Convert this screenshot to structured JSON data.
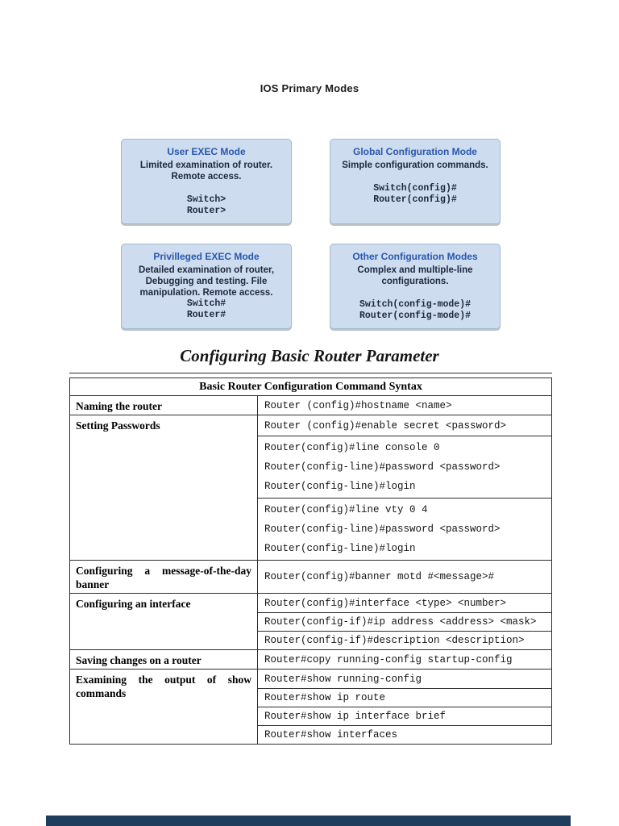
{
  "page": {
    "title": "IOS Primary Modes",
    "section_heading": "Configuring Basic Router Parameter"
  },
  "colors": {
    "box_fill": "#cddcee",
    "box_border": "#a3b8cf",
    "box_title_blue": "#2a57ae",
    "footer_bar": "#1f3d5c"
  },
  "mode_boxes": [
    {
      "title": "User EXEC Mode",
      "description": "Limited examination of router.\nRemote access.",
      "commands": [
        "Switch>",
        "Router>"
      ]
    },
    {
      "title": "Global Configuration Mode",
      "description": "Simple configuration commands.",
      "commands": [
        "Switch(config)#",
        "Router(config)#"
      ]
    },
    {
      "title": "Privilleged EXEC Mode",
      "description": "Detailed examination of router,\nDebugging and testing. File\nmanipulation. Remote access.",
      "commands": [
        "Switch#",
        "Router#"
      ]
    },
    {
      "title": "Other Configuration Modes",
      "description": "Complex and multiple-line\nconfigurations.",
      "commands": [
        "Switch(config-mode)#",
        "Router(config-mode)#"
      ]
    }
  ],
  "table": {
    "title": "Basic Router Configuration Command Syntax",
    "naming": {
      "label": "Naming the router",
      "cmd": "Router (config)#hostname <name>"
    },
    "passwords": {
      "label": "Setting Passwords",
      "enable_cmd": "Router (config)#enable secret <password>",
      "console_cmds": [
        "Router(config)#line console 0",
        "Router(config-line)#password <password>",
        "Router(config-line)#login"
      ],
      "vty_cmds": [
        "Router(config)#line vty 0 4",
        "Router(config-line)#password <password>",
        "Router(config-line)#login"
      ]
    },
    "banner": {
      "label": "Configuring a message-of-the-day banner",
      "cmd": "Router(config)#banner motd #<message>#"
    },
    "interface": {
      "label": "Configuring an interface",
      "cmds": [
        "Router(config)#interface <type> <number>",
        "Router(config-if)#ip address <address> <mask>",
        "Router(config-if)#description <description>"
      ]
    },
    "saving": {
      "label": "Saving changes on a router",
      "cmd": "Router#copy running-config startup-config"
    },
    "show": {
      "label": "Examining the output of show commands",
      "cmds": [
        "Router#show running-config",
        "Router#show ip route",
        "Router#show ip interface brief",
        "Router#show interfaces"
      ]
    }
  }
}
